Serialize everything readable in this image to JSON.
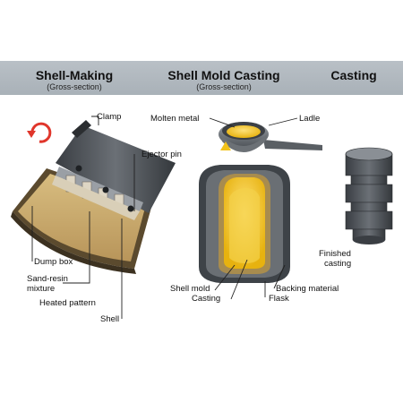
{
  "headers": {
    "shell_making": {
      "title": "Shell-Making",
      "subtitle": "(Gross-section)"
    },
    "shell_mold_casting": {
      "title": "Shell Mold Casting",
      "subtitle": "(Gross-section)"
    },
    "casting": {
      "title": "Casting"
    }
  },
  "labels": {
    "clamp": "Clamp",
    "ejector_pin": "Ejector pin",
    "dump_box": "Dump box",
    "sand_resin_line1": "Sand-resin",
    "sand_resin_line2": "mixture",
    "heated_pattern": "Heated pattern",
    "shell": "Shell",
    "molten_metal": "Molten metal",
    "ladle": "Ladle",
    "shell_mold": "Shell mold",
    "casting": "Casting",
    "backing_material": "Backing material",
    "flask": "Flask",
    "finished_casting_line1": "Finished",
    "finished_casting_line2": "casting"
  },
  "colors": {
    "band": "#b0b7be",
    "rotation_arrow": "#e0362b",
    "molten": "#f2c21a",
    "sand": "#c9a968",
    "metal_dark": "#4a4e53",
    "metal_mid": "#7a7f85"
  },
  "icons": {
    "rotation": "rotation-arrow-icon"
  }
}
